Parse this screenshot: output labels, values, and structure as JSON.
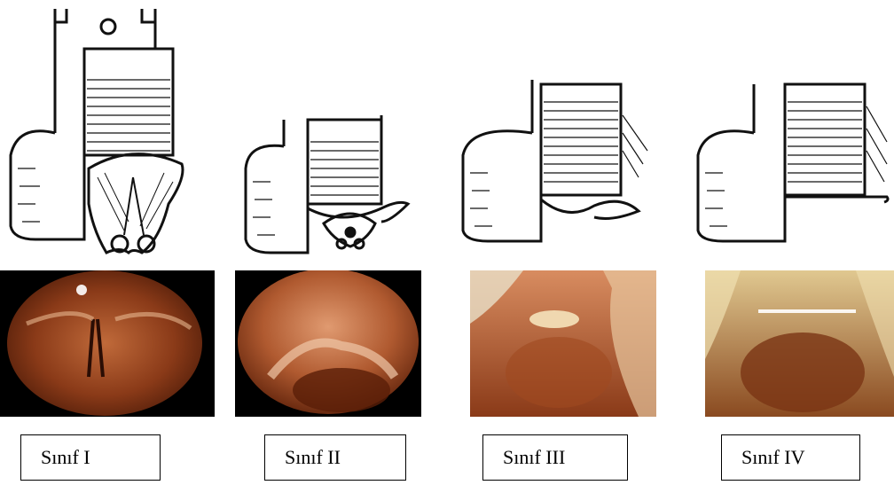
{
  "panels": [
    {
      "label": "Sınıf I"
    },
    {
      "label": "Sınıf II"
    },
    {
      "label": "Sınıf III"
    },
    {
      "label": "Sınıf IV"
    }
  ],
  "colors": {
    "ink": "#111111",
    "tissue_dark": "#5a2410",
    "tissue_mid": "#a0502a",
    "tissue_light": "#d98a55",
    "photo_bg": "#000000"
  }
}
